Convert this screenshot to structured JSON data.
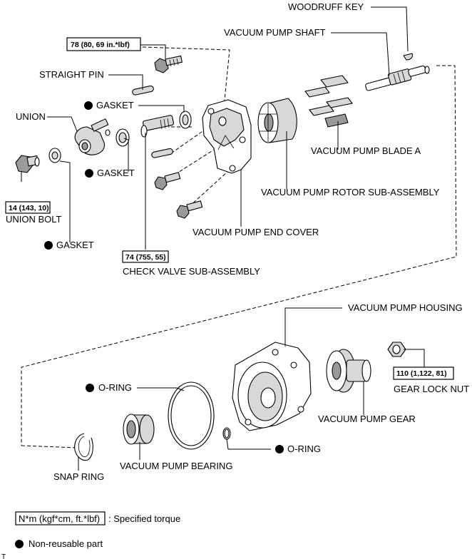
{
  "labels": {
    "woodruff_key": "WOODRUFF KEY",
    "vacuum_pump_shaft": "VACUUM PUMP SHAFT",
    "straight_pin": "STRAIGHT PIN",
    "gasket": "GASKET",
    "union": "UNION",
    "union_bolt": "UNION BOLT",
    "check_valve": "CHECK VALVE SUB-ASSEMBLY",
    "vacuum_pump_blade_a": "VACUUM PUMP BLADE A",
    "vacuum_pump_rotor": "VACUUM PUMP ROTOR SUB-ASSEMBLY",
    "vacuum_pump_end_cover": "VACUUM PUMP END COVER",
    "vacuum_pump_housing": "VACUUM PUMP HOUSING",
    "gear_lock_nut": "GEAR LOCK NUT",
    "vacuum_pump_gear": "VACUUM PUMP GEAR",
    "o_ring": "O-RING",
    "vacuum_pump_bearing": "VACUUM PUMP BEARING",
    "snap_ring": "SNAP RING"
  },
  "torque": {
    "end_cover_bolt": "78 (80, 69 in.*lbf)",
    "union_bolt": "14 (143, 10)",
    "check_valve": "74 (755, 55)",
    "gear_lock_nut": "110 (1,122, 81)"
  },
  "legend": {
    "torque_unit": "N*m (kgf*cm, ft.*lbf)",
    "torque_description": ": Specified torque",
    "non_reusable": "Non-reusable part",
    "corner_mark": "T"
  },
  "colors": {
    "line": "#000000",
    "background": "#ffffff",
    "part_shade": "#d8d8d8",
    "part_dark": "#9a9a9a"
  }
}
